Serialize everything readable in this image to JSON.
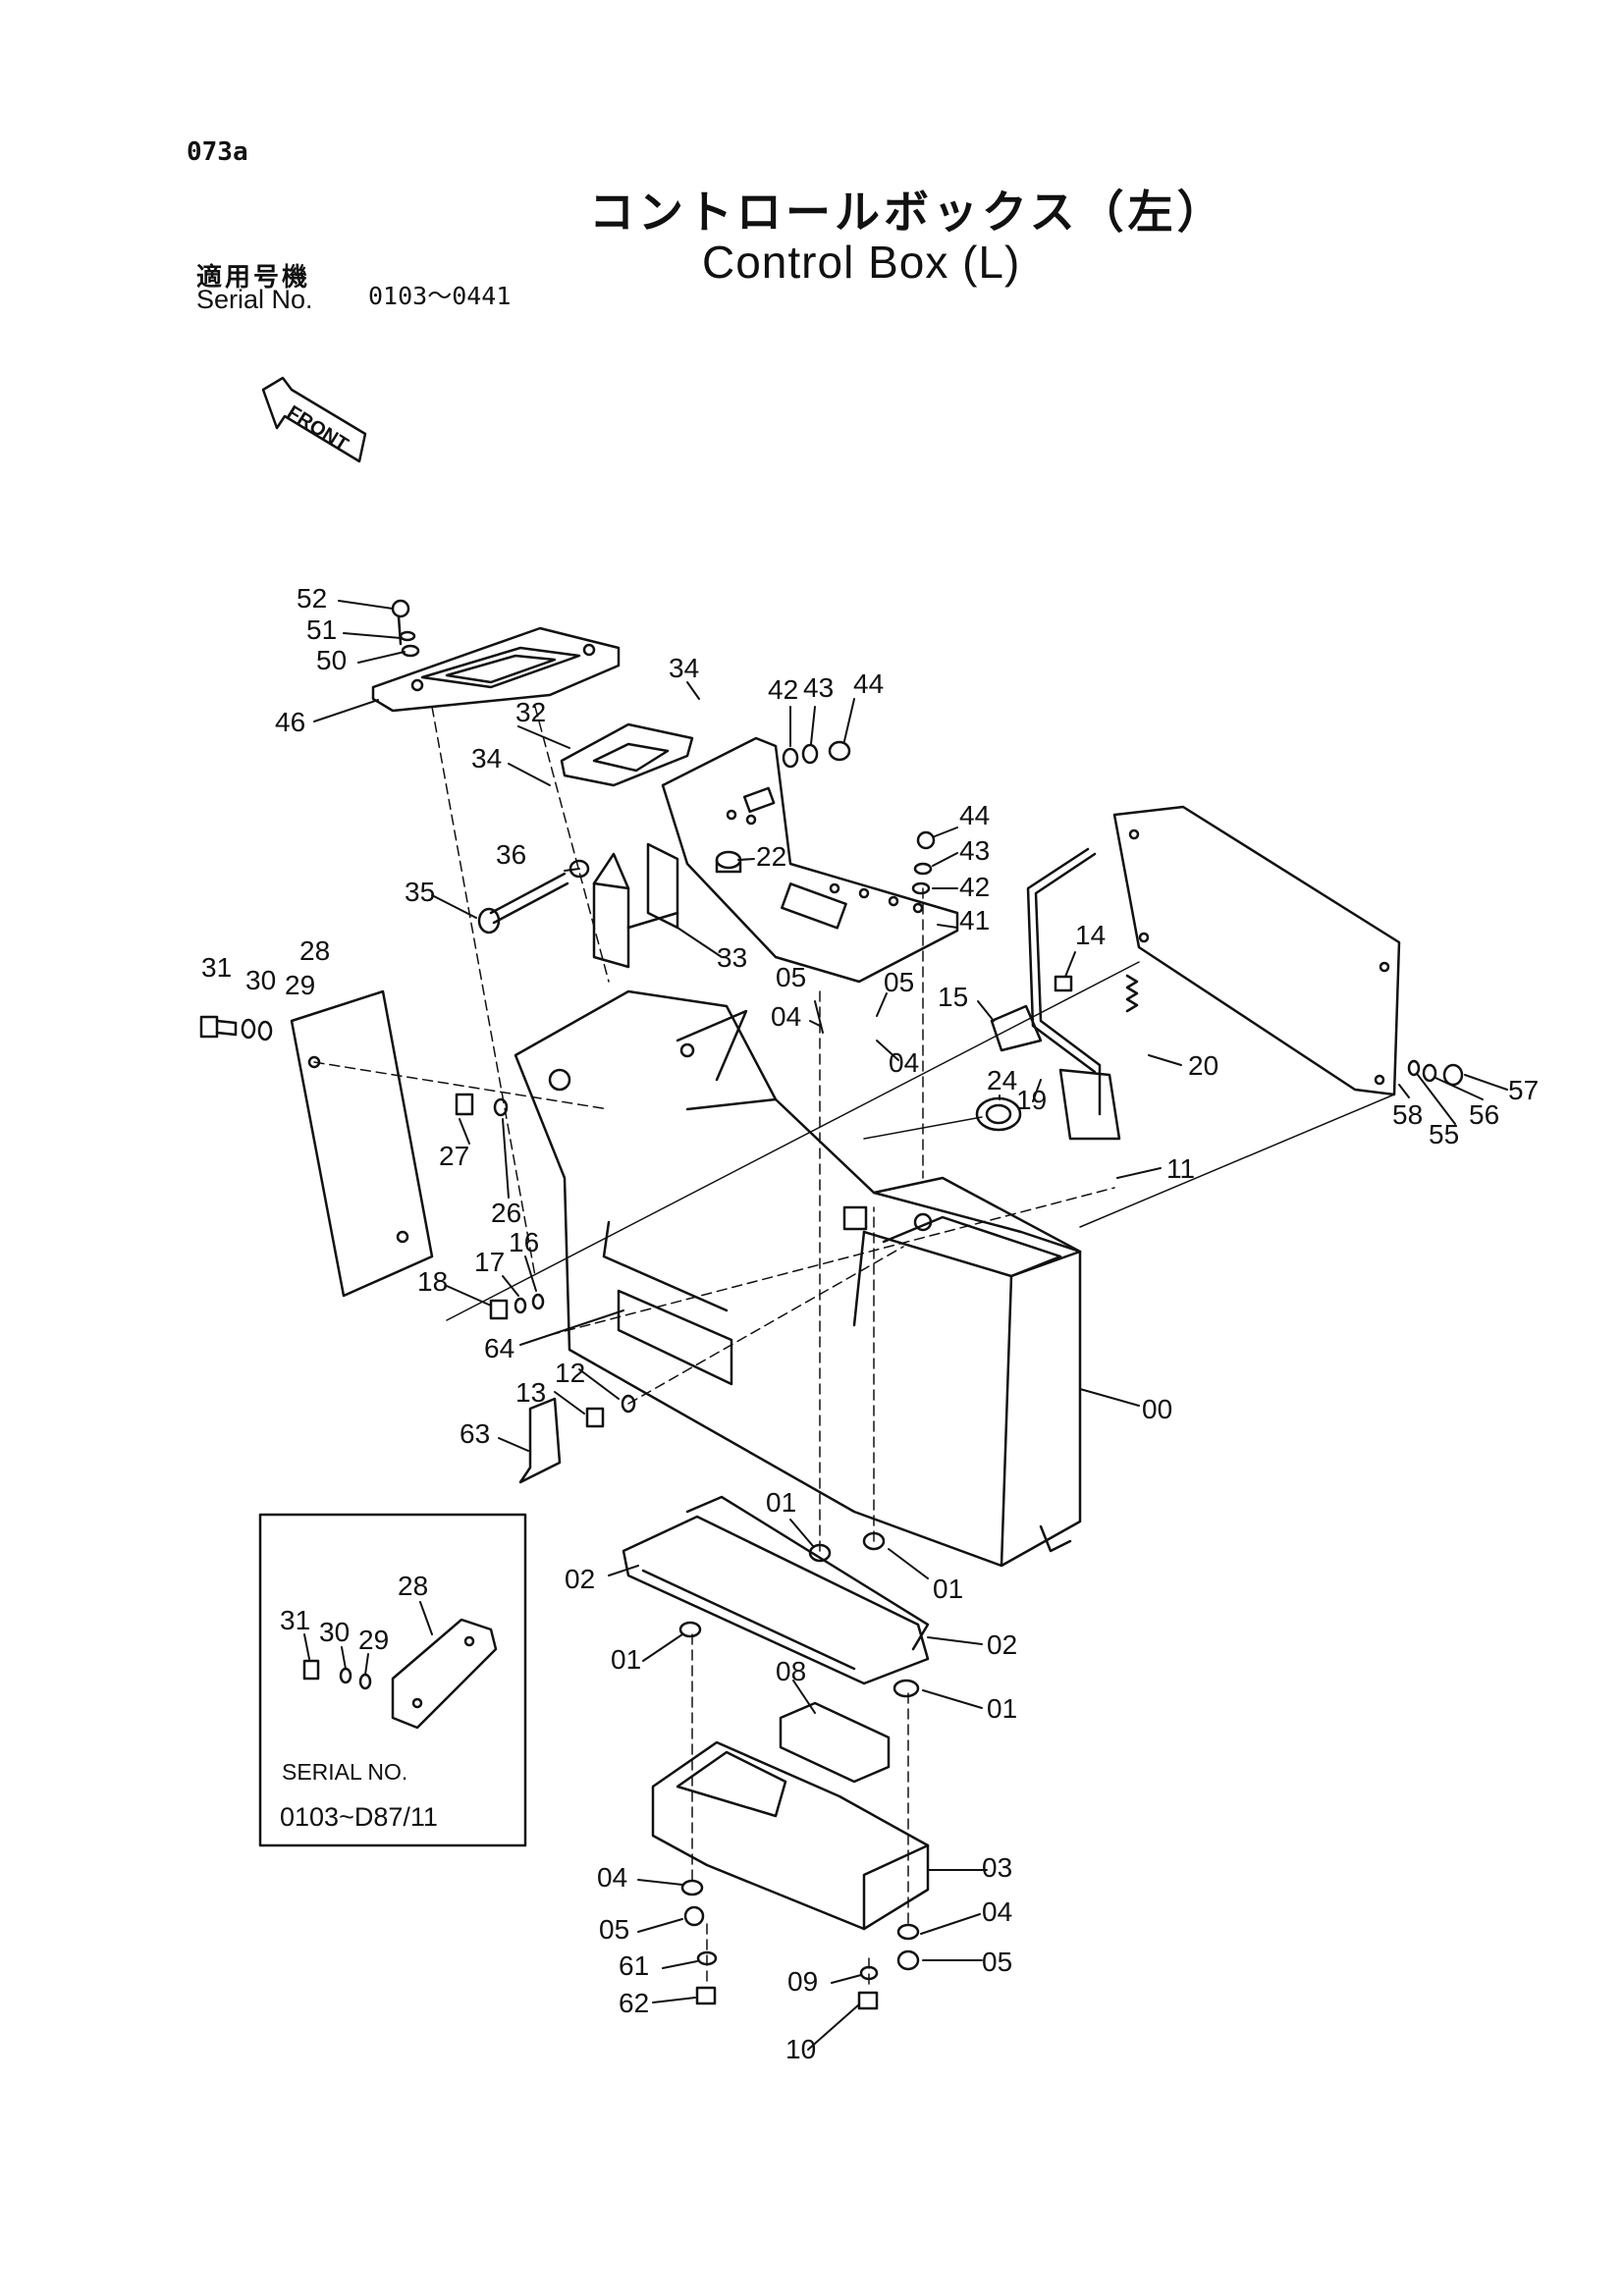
{
  "page_code": "073a",
  "title_jp": "コントロールボックス（左）",
  "title_en": "Control Box (L)",
  "serial": {
    "label_jp": "適用号機",
    "label_en": "Serial No.",
    "range": "0103～0441"
  },
  "front_label": "FRONT",
  "inset": {
    "serial_label": "SERIAL NO.",
    "serial_range": "0103~D87/11",
    "callouts": [
      "31",
      "30",
      "29",
      "28"
    ]
  },
  "callouts": {
    "c52": "52",
    "c51": "51",
    "c50": "50",
    "c46": "46",
    "c34a": "34",
    "c34b": "34",
    "c32": "32",
    "c42a": "42",
    "c43a": "43",
    "c44a": "44",
    "c44b": "44",
    "c43b": "43",
    "c42b": "42",
    "c41": "41",
    "c22": "22",
    "c36": "36",
    "c35": "35",
    "c33": "33",
    "c28": "28",
    "c31": "31",
    "c30": "30",
    "c29": "29",
    "c05a": "05",
    "c05b": "05",
    "c04a": "04",
    "c04b": "04",
    "c14": "14",
    "c15": "15",
    "c20": "20",
    "c19": "19",
    "c24": "24",
    "c11": "11",
    "c57": "57",
    "c56": "56",
    "c55": "55",
    "c58": "58",
    "c27": "27",
    "c26": "26",
    "c16": "16",
    "c17": "17",
    "c18": "18",
    "c64": "64",
    "c12": "12",
    "c13": "13",
    "c63": "63",
    "c00": "00",
    "c01a": "01",
    "c01b": "01",
    "c02a": "02",
    "c02b": "02",
    "c01c": "01",
    "c01d": "01",
    "c08": "08",
    "c03": "03",
    "c04c": "04",
    "c04d": "04",
    "c05c": "05",
    "c05d": "05",
    "c61": "61",
    "c62": "62",
    "c09": "09",
    "c10": "10"
  }
}
